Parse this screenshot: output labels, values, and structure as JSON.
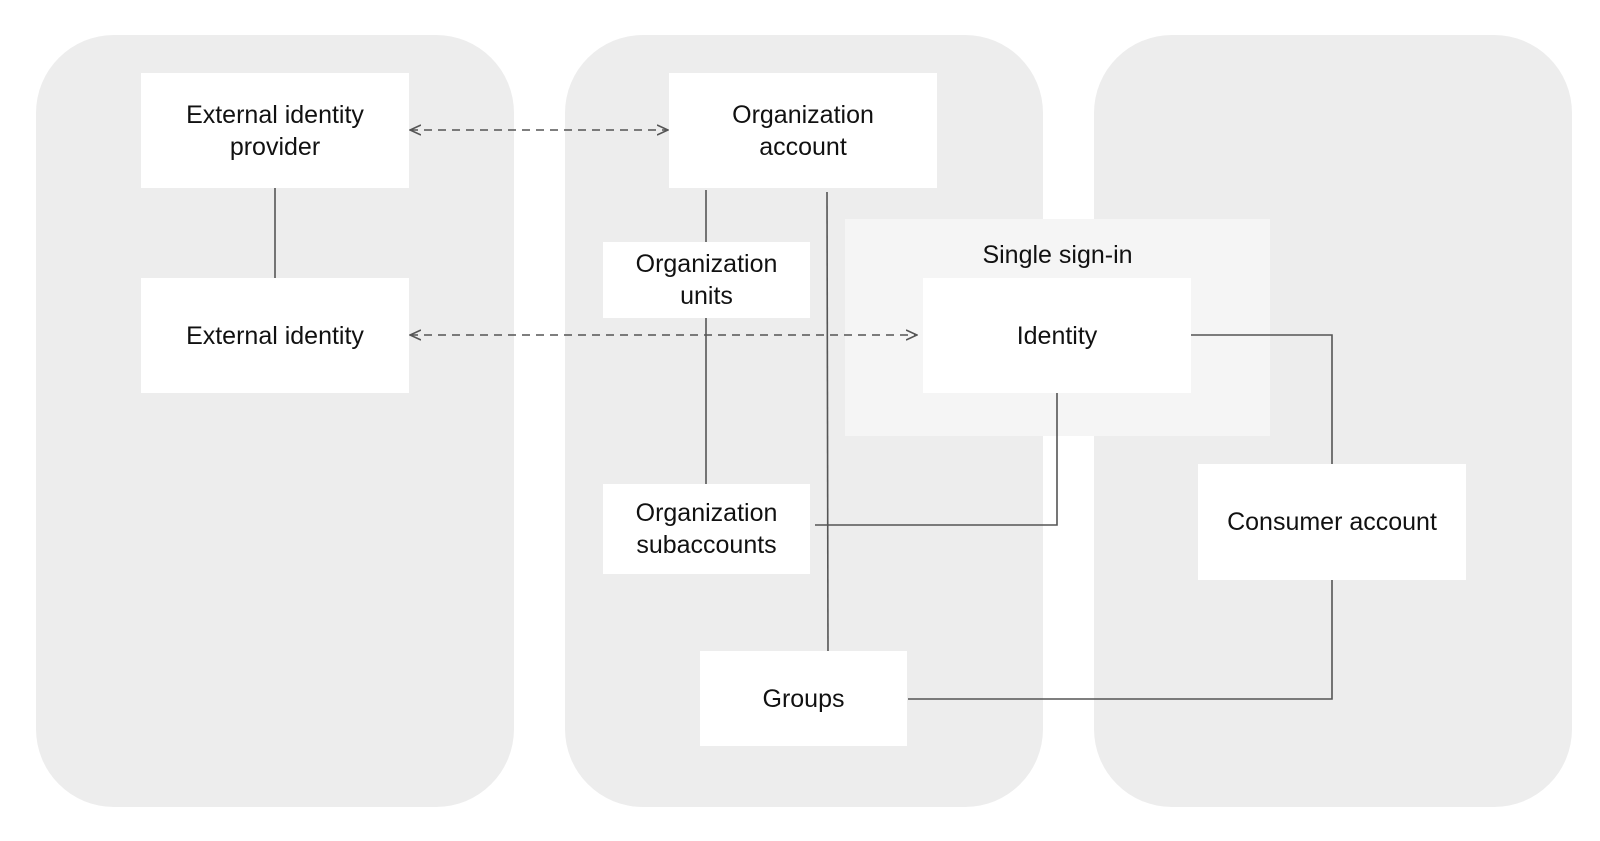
{
  "diagram": {
    "groups": {
      "single_sign_in": "Single sign-in"
    },
    "nodes": {
      "external_identity_provider": "External identity provider",
      "external_identity": "External identity",
      "organization_account": "Organization account",
      "organization_units": "Organization units",
      "organization_subaccounts": "Organization subaccounts",
      "groups": "Groups",
      "identity": "Identity",
      "consumer_account": "Consumer account"
    },
    "edges": [
      {
        "from": "external_identity_provider",
        "to": "organization_account",
        "style": "dashed",
        "arrows": "both"
      },
      {
        "from": "external_identity",
        "to": "identity",
        "style": "dashed",
        "arrows": "both"
      },
      {
        "from": "external_identity_provider",
        "to": "external_identity",
        "style": "solid"
      },
      {
        "from": "organization_account",
        "to": "organization_units",
        "style": "solid"
      },
      {
        "from": "organization_units",
        "to": "organization_subaccounts",
        "style": "solid"
      },
      {
        "from": "organization_account",
        "to": "groups",
        "style": "solid"
      },
      {
        "from": "identity",
        "to": "organization_subaccounts",
        "style": "solid"
      },
      {
        "from": "identity",
        "to": "consumer_account",
        "style": "solid"
      },
      {
        "from": "consumer_account",
        "to": "groups",
        "style": "solid"
      }
    ],
    "colors": {
      "panel": "#ededed",
      "group": "#f5f5f5",
      "box": "#ffffff",
      "line": "#555555"
    }
  }
}
